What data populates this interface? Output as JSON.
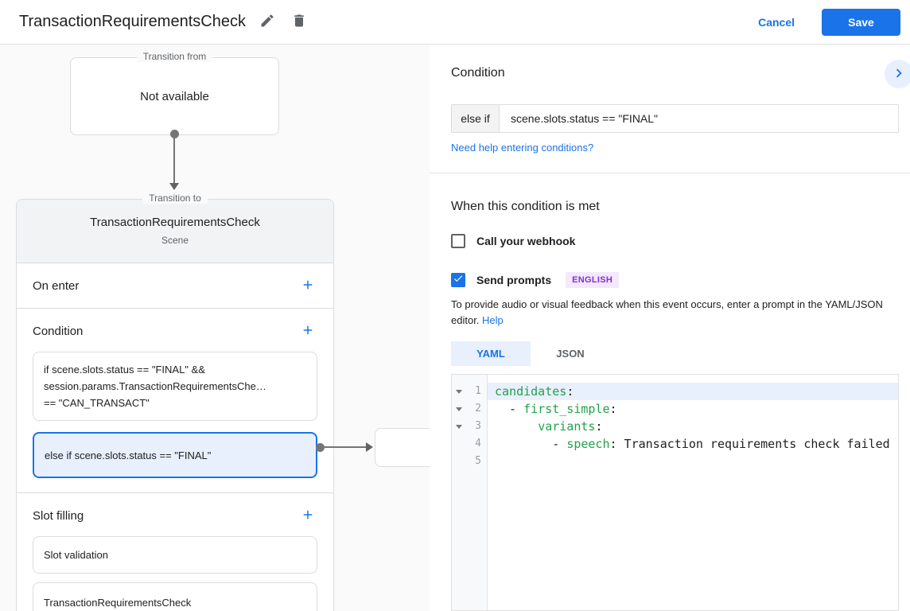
{
  "colors": {
    "accent_blue": "#1a73e8",
    "selection_bg": "#e8f0fe",
    "badge_bg": "#f3e8fd",
    "badge_text": "#8430ce",
    "code_key_green": "#23a04b",
    "canvas_bg": "#fafafa",
    "card_header_bg": "#f1f3f4"
  },
  "header": {
    "title": "TransactionRequirementsCheck",
    "cancel_label": "Cancel",
    "save_label": "Save"
  },
  "canvas": {
    "transition_from": {
      "label": "Transition from",
      "value": "Not available"
    },
    "transition_to": {
      "label": "Transition to",
      "title": "TransactionRequirementsCheck",
      "subtitle": "Scene",
      "on_enter_label": "On enter",
      "condition_label": "Condition",
      "condition_items": [
        {
          "text": "if scene.slots.status == \"FINAL\" &&\nsession.params.TransactionRequirementsChe…\n== \"CAN_TRANSACT\"",
          "selected": false
        },
        {
          "text": "else if scene.slots.status == \"FINAL\"",
          "selected": true
        }
      ],
      "slot_filling_label": "Slot filling",
      "slot_items": [
        {
          "text": "Slot validation"
        },
        {
          "text": "TransactionRequirementsCheck"
        }
      ]
    }
  },
  "panel": {
    "condition_title": "Condition",
    "condition_prefix": "else if",
    "condition_expression": "scene.slots.status == \"FINAL\"",
    "help_link": "Need help entering conditions?",
    "when_title": "When this condition is met",
    "webhook_label": "Call your webhook",
    "webhook_checked": false,
    "send_prompts_label": "Send prompts",
    "send_prompts_checked": true,
    "language_badge": "ENGLISH",
    "prompt_hint": "To provide audio or visual feedback when this event occurs, enter a prompt in the YAML/JSON editor.",
    "prompt_help_label": "Help",
    "tabs": [
      {
        "label": "YAML",
        "active": true
      },
      {
        "label": "JSON",
        "active": false
      }
    ],
    "editor": {
      "lines": [
        {
          "number": 1,
          "fold": true,
          "active": true,
          "tokens": [
            [
              "key",
              "candidates"
            ],
            [
              "punc",
              ":"
            ]
          ]
        },
        {
          "number": 2,
          "fold": true,
          "active": false,
          "tokens": [
            [
              "plain",
              "  - "
            ],
            [
              "key",
              "first_simple"
            ],
            [
              "punc",
              ":"
            ]
          ]
        },
        {
          "number": 3,
          "fold": true,
          "active": false,
          "tokens": [
            [
              "plain",
              "      "
            ],
            [
              "key",
              "variants"
            ],
            [
              "punc",
              ":"
            ]
          ]
        },
        {
          "number": 4,
          "fold": false,
          "active": false,
          "tokens": [
            [
              "plain",
              "        - "
            ],
            [
              "key",
              "speech"
            ],
            [
              "punc",
              ":"
            ],
            [
              "plain",
              " Transaction requirements check failed"
            ]
          ]
        },
        {
          "number": 5,
          "fold": false,
          "active": false,
          "tokens": []
        }
      ]
    }
  }
}
